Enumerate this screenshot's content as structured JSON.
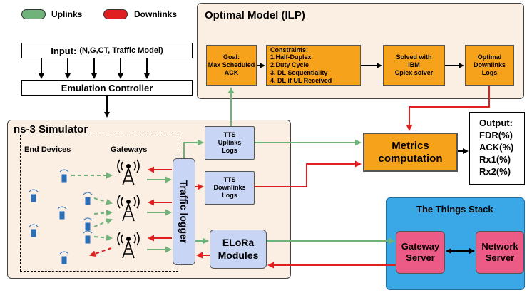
{
  "legend": {
    "uplinks_label": "Uplinks",
    "downlinks_label": "Downlinks",
    "uplink_color": "#6fb37a",
    "downlink_color": "#e02020"
  },
  "input": {
    "label": "Input:",
    "params": "(N,G,CT, Traffic Model)"
  },
  "emulation_controller": "Emulation Controller",
  "ilp": {
    "title": "Optimal Model (ILP)",
    "goal": "Goal:\nMax Scheduled\nACK",
    "constraints": "Constraints:\n1.Half-Duplex\n2.Duty Cycle\n3. DL Sequentiality\n4. DL if UL Received",
    "solver": "Solved with\nIBM\nCplex solver",
    "optimal_logs": "Optimal\nDownlinks\nLogs"
  },
  "ns3": {
    "title": "ns-3 Simulator",
    "end_devices": "End Devices",
    "gateways": "Gateways",
    "traffic_logger": "Traffic logger",
    "tts_uplinks_logs": "TTS\nUplinks\nLogs",
    "tts_downlinks_logs": "TTS\nDownlinks\nLogs",
    "elora_modules": "ELoRa\nModules"
  },
  "metrics": "Metrics\ncomputation",
  "output": {
    "title": "Output:",
    "items": [
      "FDR(%)",
      "ACK(%)",
      "Rx1(%)",
      "Rx2(%)"
    ]
  },
  "tts": {
    "title": "The Things Stack",
    "gateway_server": "Gateway\nServer",
    "network_server": "Network\nServer"
  }
}
